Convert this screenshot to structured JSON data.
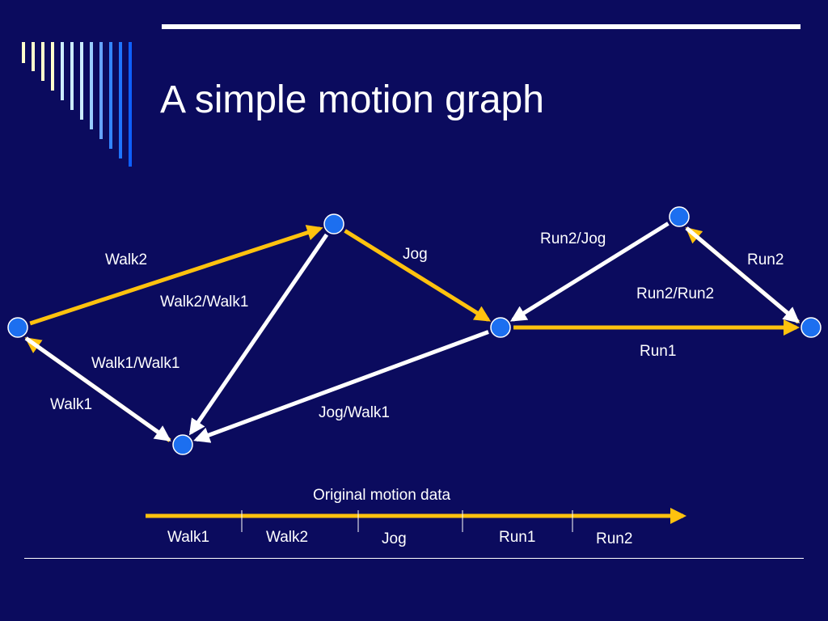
{
  "slide": {
    "title": "A simple motion graph"
  },
  "colors": {
    "background": "#0b0b5e",
    "yellow_edge": "#ffc20e",
    "white_edge": "#ffffff",
    "node_fill": "#1c6ff0",
    "node_stroke": "#ffffff",
    "decor_stripes": [
      "#ffffcc",
      "#ffffcc",
      "#ffffcc",
      "#ffffcc",
      "#ccecff",
      "#ccecff",
      "#ccecff",
      "#99ccff",
      "#66a3ff",
      "#3385ff",
      "#1f75ff",
      "#0e5fff"
    ]
  },
  "graph": {
    "nodes": [
      {
        "id": "n1"
      },
      {
        "id": "n2"
      },
      {
        "id": "n3"
      },
      {
        "id": "n4"
      },
      {
        "id": "n5"
      },
      {
        "id": "n6"
      }
    ],
    "edges": [
      {
        "id": "walk2",
        "from": "n1",
        "to": "n2",
        "color": "yellow",
        "label": "Walk2"
      },
      {
        "id": "walk1",
        "from": "n3",
        "to": "n1",
        "color": "yellow",
        "label": "Walk1"
      },
      {
        "id": "walk1-walk1",
        "from": "n1",
        "to": "n3",
        "color": "white",
        "label": "Walk1/Walk1"
      },
      {
        "id": "walk2-walk1",
        "from": "n2",
        "to": "n3",
        "color": "white",
        "label": "Walk2/Walk1"
      },
      {
        "id": "jog",
        "from": "n2",
        "to": "n4",
        "color": "yellow",
        "label": "Jog"
      },
      {
        "id": "jog-walk1",
        "from": "n4",
        "to": "n3",
        "color": "white",
        "label": "Jog/Walk1"
      },
      {
        "id": "run1",
        "from": "n4",
        "to": "n6",
        "color": "yellow",
        "label": "Run1"
      },
      {
        "id": "run2-jog",
        "from": "n5",
        "to": "n4",
        "color": "white",
        "label": "Run2/Jog"
      },
      {
        "id": "run2",
        "from": "n6",
        "to": "n5",
        "color": "yellow",
        "label": "Run2"
      },
      {
        "id": "run2-run2",
        "from": "n5",
        "to": "n6",
        "color": "white",
        "label": "Run2/Run2"
      }
    ]
  },
  "timeline": {
    "caption": "Original motion data",
    "segments": [
      "Walk1",
      "Walk2",
      "Jog",
      "Run1",
      "Run2"
    ]
  }
}
